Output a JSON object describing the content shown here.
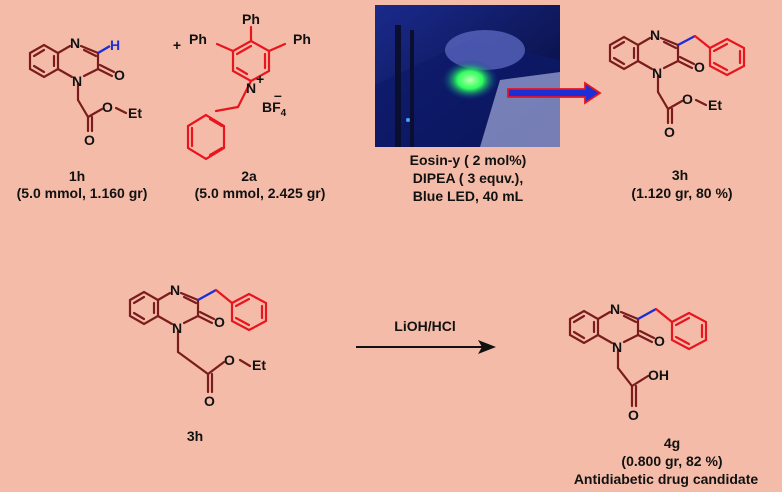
{
  "colors": {
    "background": "#f4bca8",
    "bond_dark": "#7a1c1c",
    "reagent_red": "#e8141e",
    "new_bond_blue": "#1c2fd6",
    "photo_bg": "#0b1150",
    "photo_glow": "#2cff5c"
  },
  "step1": {
    "reactant1": {
      "label": "1h",
      "amount": "(5.0 mmol, 1.160 gr)"
    },
    "plus": "+",
    "reactant2": {
      "label": "2a",
      "amount": "(5.0 mmol, 2.425 gr)"
    },
    "conditions": [
      "Eosin-y ( 2 mol%)",
      "DIPEA ( 3 equv.),",
      "Blue LED, 40 mL"
    ],
    "product": {
      "label": "3h",
      "amount": "(1.120 gr, 80 %)"
    }
  },
  "step2": {
    "reactant": {
      "label": "3h"
    },
    "reagent": "LiOH/HCl",
    "product": {
      "label": "4g",
      "amount": "(0.800 gr, 82 %)",
      "note": "Antidiabetic drug candidate"
    }
  },
  "atoms": {
    "N": "N",
    "O": "O",
    "H": "H",
    "OH": "OH",
    "Et": "Et",
    "Ph": "Ph",
    "N_plus": "N",
    "plus_sign": "+",
    "minus_sign": "–",
    "BF": "BF",
    "BF_sub": "4"
  }
}
